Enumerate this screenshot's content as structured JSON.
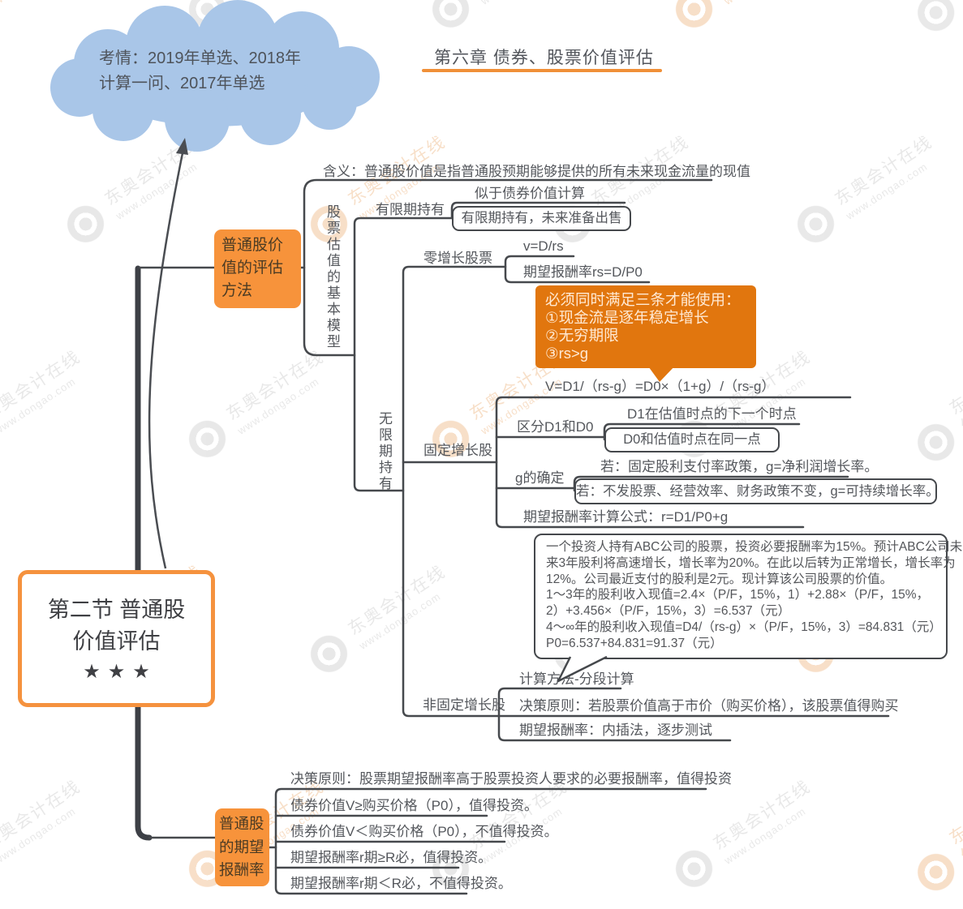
{
  "header": {
    "chapter_title": "第六章 债券、股票价值评估"
  },
  "cloud_note": {
    "text": "考情：2019年单选、2018年\n计算一问、2017年单选"
  },
  "center": {
    "title": "第二节 普通股价值评估",
    "stars": "★★★"
  },
  "valuation": {
    "label": "普通股价值的评估方法",
    "definition": "含义：普通股价值是指普通股预期能够提供的所有未来现金流量的现值",
    "model": "股票估值的基本模型",
    "finite": {
      "label": "有限期持有",
      "similar": "似于债券价值计算",
      "sell": "有限期持有，未来准备出售"
    },
    "infinite": {
      "label": "无限期持有"
    },
    "zero": {
      "label": "零增长股票",
      "v_formula": "v=D/rs",
      "r_formula": "期望报酬率rs=D/P0"
    },
    "callout": {
      "text": "必须同时满足三条才能使用：\n①现金流是逐年稳定增长\n②无穷期限\n③rs>g"
    },
    "constant": {
      "label": "固定增长股",
      "formula": "V=D1/（rs-g）=D0×（1+g）/（rs-g）",
      "d": {
        "label": "区分D1和D0",
        "d1": "D1在估值时点的下一个时点",
        "d0": "D0和估值时点在同一点"
      },
      "g": {
        "label": "g的确定",
        "case1": "若：固定股利支付率政策，g=净利润增长率。",
        "case2": "若：不发股票、经营效率、财务政策不变，g=可持续增长率。"
      },
      "expected": "期望报酬率计算公式：r=D1/P0+g",
      "example": "一个投资人持有ABC公司的股票，投资必要报酬率为15%。预计ABC公司未\n来3年股利将高速增长，增长率为20%。在此以后转为正常增长，增长率为\n12%。公司最近支付的股利是2元。现计算该公司股票的价值。\n1～3年的股利收入现值=2.4×（P/F，15%，1）+2.88×（P/F，15%，\n2）+3.456×（P/F，15%，3）=6.537（元）\n4～∞年的股利收入现值=D4/（rs-g）×（P/F，15%，3）=84.831（元）\nP0=6.537+84.831=91.37（元）"
    },
    "nonconstant": {
      "label": "非固定增长股",
      "method": "计算方法-分段计算",
      "decision": "决策原则：若股票价值高于市价（购买价格），该股票值得购买",
      "expected": "期望报酬率：内插法，逐步测试"
    }
  },
  "expected_return": {
    "label": "普通股的期望报酬率",
    "decision": "决策原则：股票期望报酬率高于股票投资人要求的必要报酬率，值得投资",
    "rules": [
      "债券价值V≥购买价格（P0），值得投资。",
      "债券价值V＜购买价格（P0），不值得投资。",
      "期望报酬率r期≥R必，值得投资。",
      "期望报酬率r期＜R必，不值得投资。"
    ]
  },
  "watermark": {
    "brand": "东奥会计在线",
    "site": "www.dongao.com"
  },
  "colors": {
    "accent_orange": "#f7933b",
    "deep_orange": "#e1760e",
    "line": "#46494d",
    "cloud_blue": "#a9c6e8"
  }
}
